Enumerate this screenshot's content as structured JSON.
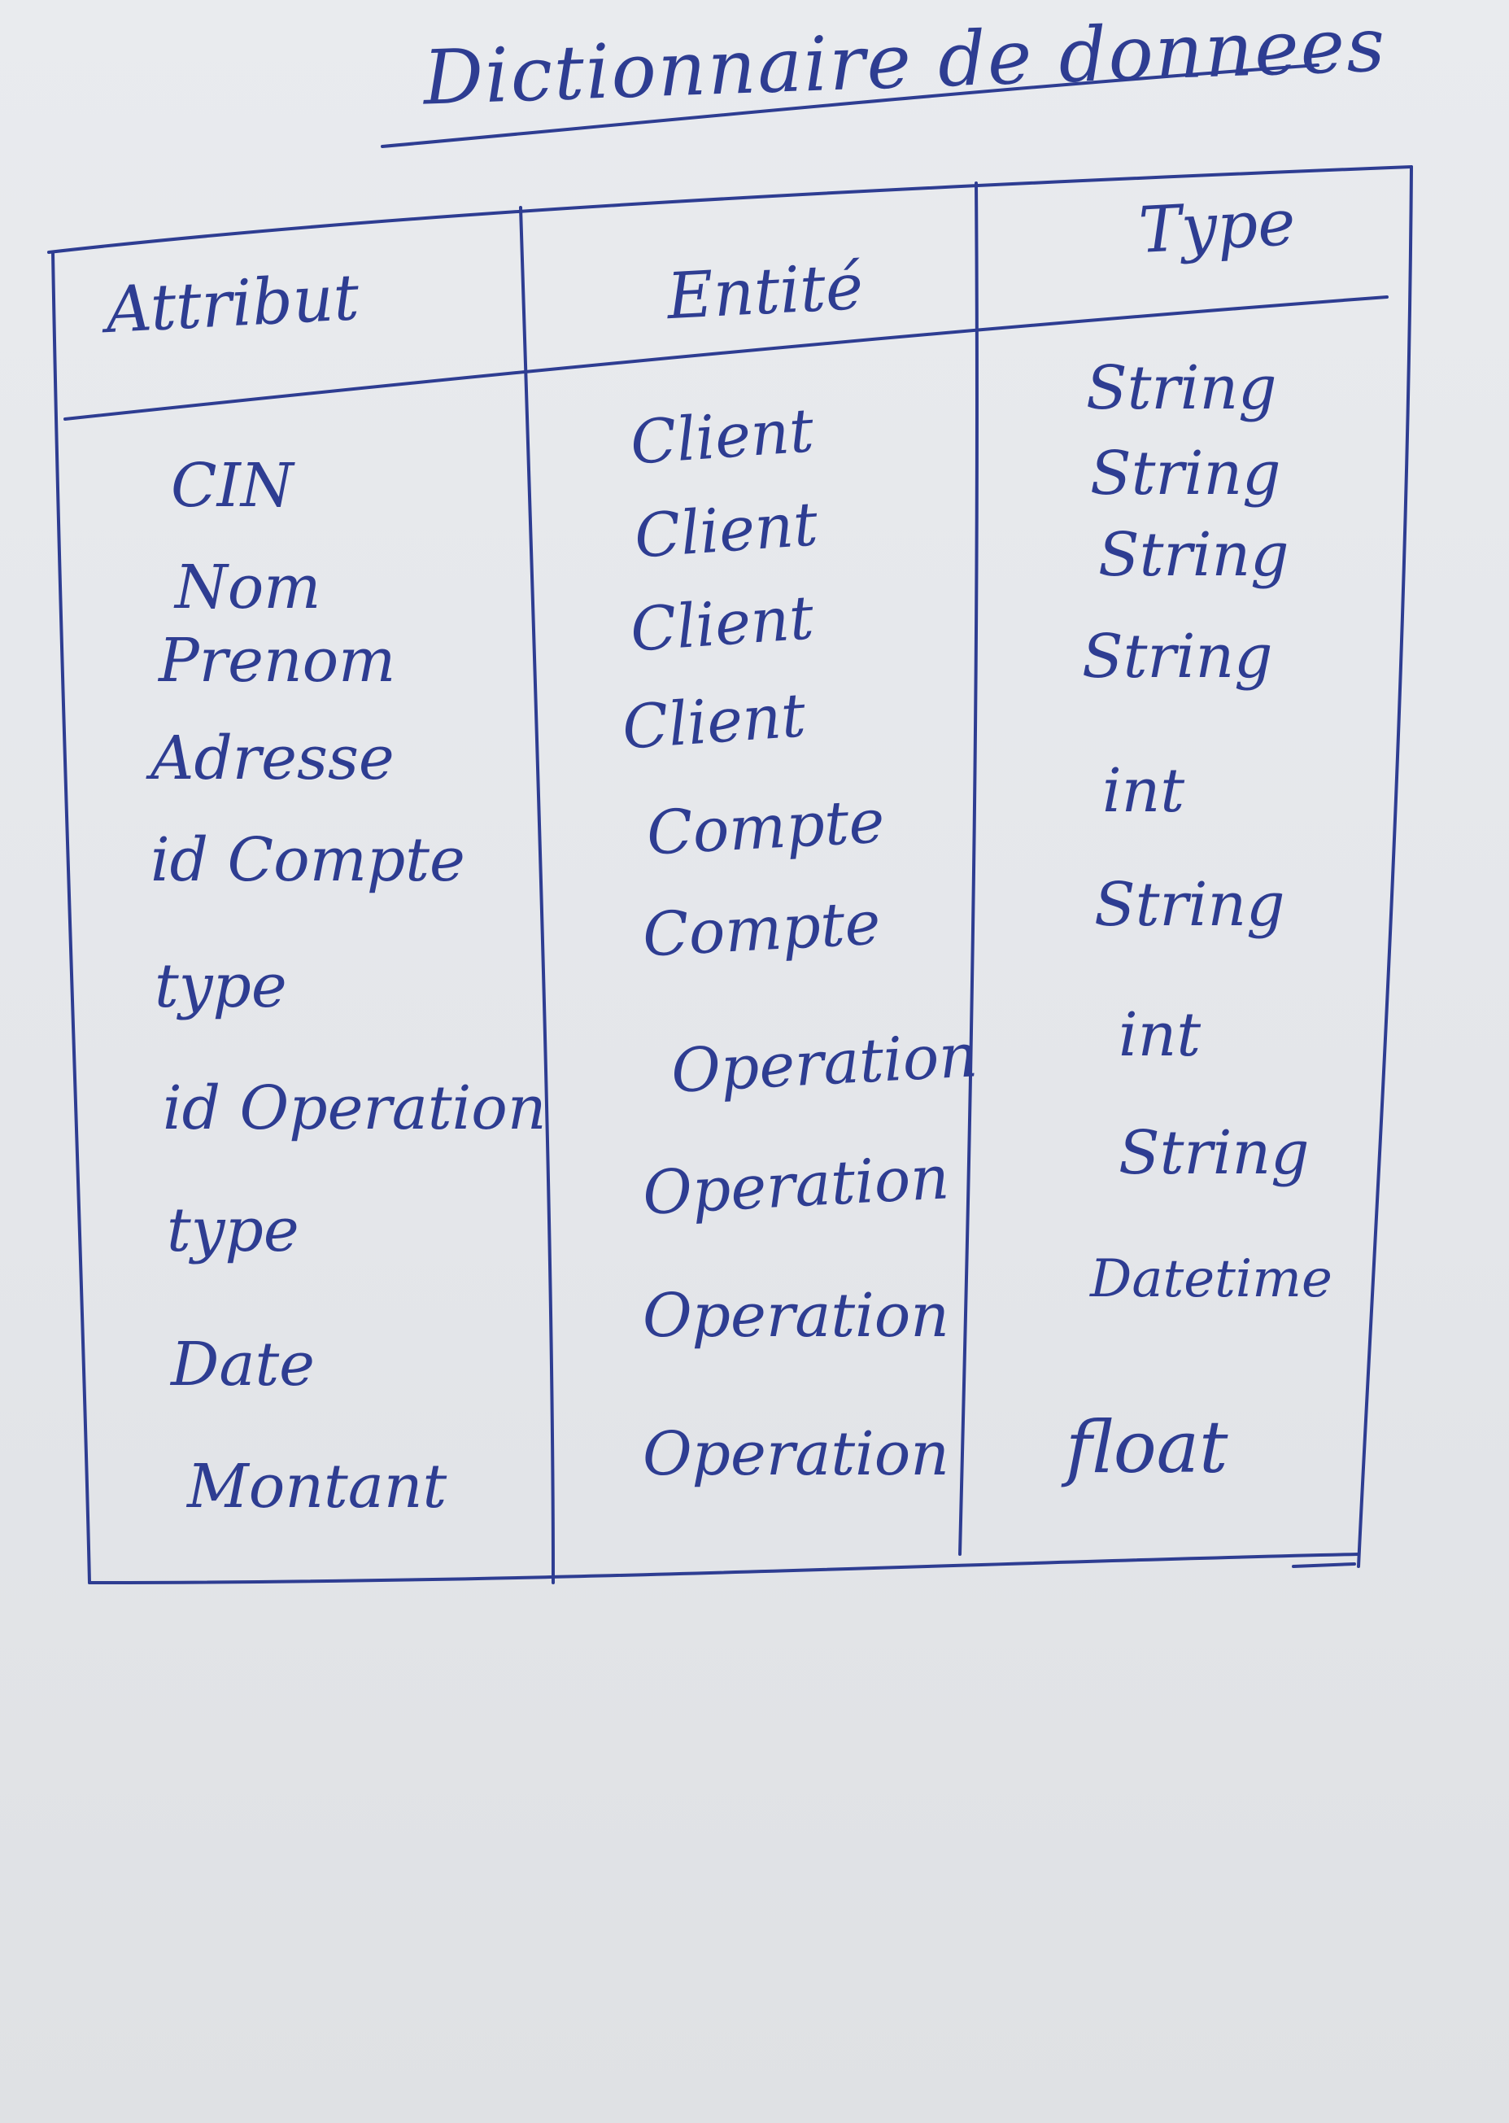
{
  "title": "Dictionnaire de donnees",
  "table": {
    "headers": [
      "Attribut",
      "Entité",
      "Type"
    ],
    "rows": [
      {
        "attribut": "CIN",
        "entite": "Client",
        "type": "String"
      },
      {
        "attribut": "Nom",
        "entite": "Client",
        "type": "String"
      },
      {
        "attribut": "Prenom",
        "entite": "Client",
        "type": "String"
      },
      {
        "attribut": "Adresse",
        "entite": "Client",
        "type": "String"
      },
      {
        "attribut": "id Compte",
        "entite": "Compte",
        "type": "int"
      },
      {
        "attribut": "type",
        "entite": "Compte",
        "type": "String"
      },
      {
        "attribut": "id Operation",
        "entite": "Operation",
        "type": "int"
      },
      {
        "attribut": "type",
        "entite": "Operation",
        "type": "String"
      },
      {
        "attribut": "Date",
        "entite": "Operation",
        "type": "Datetime"
      },
      {
        "attribut": "Montant",
        "entite": "Operation",
        "type": "float"
      }
    ]
  },
  "colors": {
    "ink": "#2e3d92",
    "paper": "#e6e8eb"
  }
}
